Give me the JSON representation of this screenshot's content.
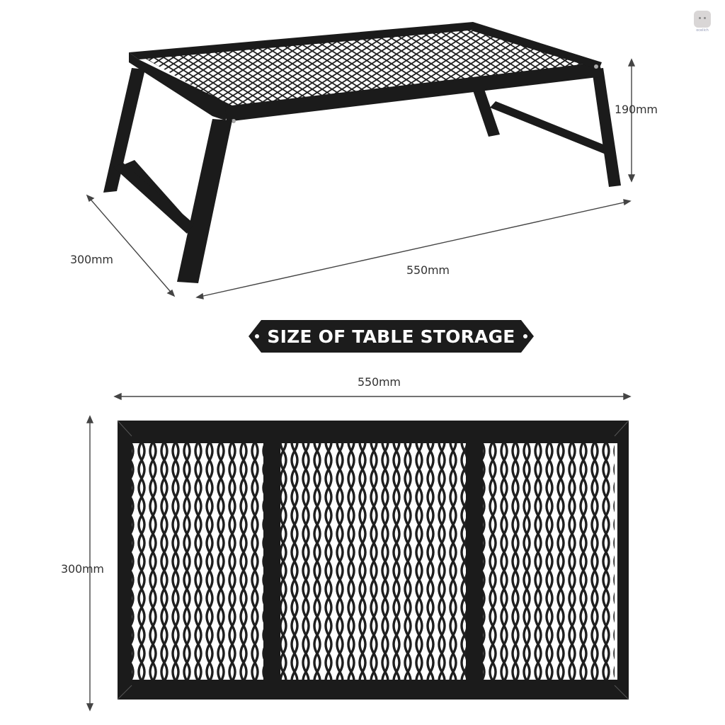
{
  "brand": {
    "logo_text": "ocelich",
    "logo_icon": "face-icon",
    "logo_color": "#d9d6d6"
  },
  "dimensions": {
    "top_length": "550mm",
    "top_width": "300mm",
    "top_height": "190mm",
    "bottom_length": "550mm",
    "bottom_width": "300mm"
  },
  "banner": {
    "label": "SIZE OF TABLE STORAGE",
    "color": "#1c1c1c"
  },
  "colors": {
    "frame": "#1b1b1b",
    "mesh": "#202020",
    "background": "#ffffff",
    "dimension_line": "#444444"
  }
}
